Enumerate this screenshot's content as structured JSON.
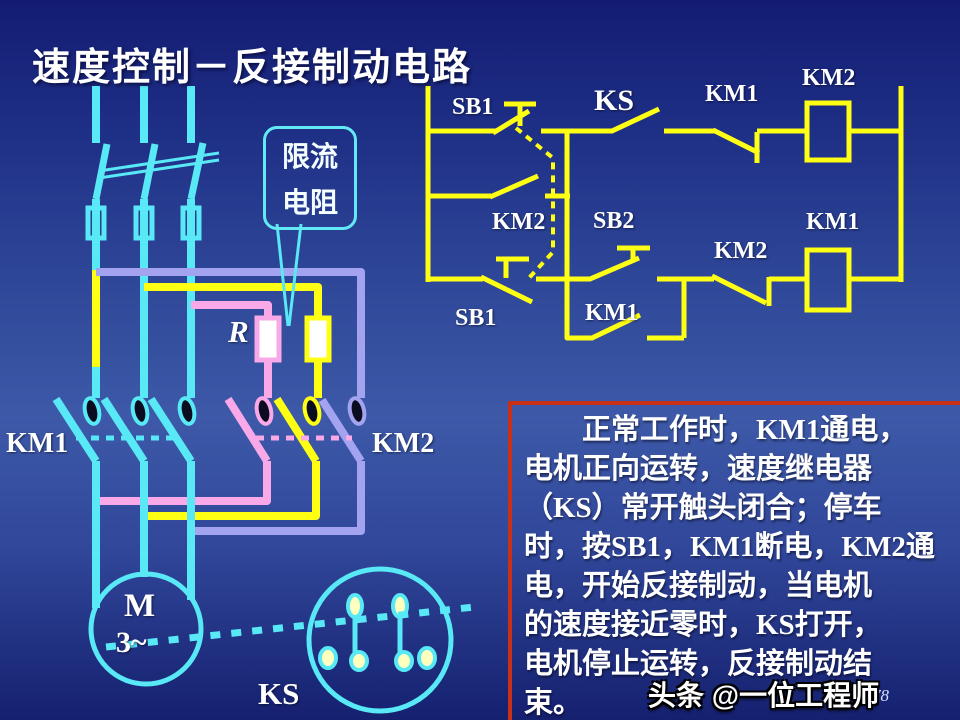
{
  "slide": {
    "title": "速度控制－反接制动电路",
    "page_number": "78",
    "watermark": "头条 @一位工程师"
  },
  "callout": {
    "lines": [
      "限流",
      "电阻"
    ]
  },
  "power_circuit": {
    "labels": {
      "contactor_left": "KM1",
      "contactor_right": "KM2",
      "resistor": "R",
      "motor_name": "M",
      "motor_phases": "3~",
      "speed_relay": "KS"
    }
  },
  "control_circuit": {
    "labels": {
      "sb1_no": "SB1",
      "ks_contact": "KS",
      "km1_interlock": "KM1",
      "km2_coil": "KM2",
      "km2_selfhold": "KM2",
      "sb2_start": "SB2",
      "km2_interlock": "KM2",
      "km1_coil": "KM1",
      "sb1_nc": "SB1",
      "km1_selfhold": "KM1"
    }
  },
  "note": {
    "lines": [
      "　　正常工作时，KM1通电，",
      "电机正向运转，速度继电器",
      "（KS）常开触头闭合；停车",
      "时，按SB1，KM1断电，KM2通",
      "电，开始反接制动，当电机",
      "的速度接近零时，KS打开，",
      "电机停止运转，反接制动结",
      "束。"
    ]
  },
  "colors": {
    "background_top": "#131c72",
    "background_mid": "#3d59a8",
    "wire_cyan": "#58e8f6",
    "wire_yellow": "#ffff14",
    "wire_pink": "#f9a8e8",
    "wire_purple": "#a3a3f0",
    "contact_dot": "#ffffbe",
    "note_border": "#c93018",
    "text_white": "#ffffff"
  }
}
